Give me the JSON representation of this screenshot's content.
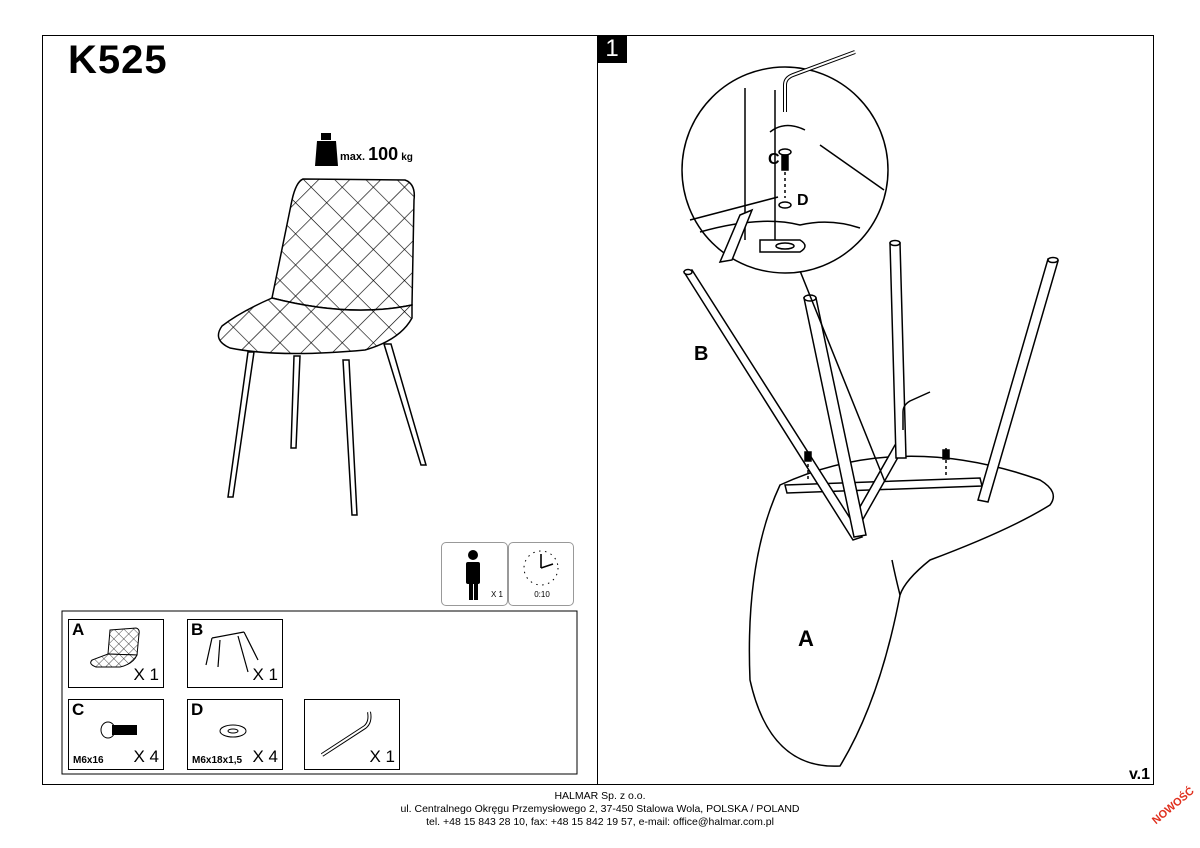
{
  "product": {
    "code": "K525"
  },
  "weight": {
    "prefix": "max.",
    "value": "100",
    "unit": "kg"
  },
  "assembly": {
    "persons": "X 1",
    "time": "0:10"
  },
  "parts": [
    {
      "letter": "A",
      "qty": "X 1",
      "spec": ""
    },
    {
      "letter": "B",
      "qty": "X 1",
      "spec": ""
    },
    {
      "letter": "C",
      "qty": "X 4",
      "spec": "M6x16"
    },
    {
      "letter": "D",
      "qty": "X 4",
      "spec": "M6x18x1,5"
    },
    {
      "letter": "",
      "qty": "X 1",
      "spec": ""
    }
  ],
  "step": {
    "number": "1",
    "labels": {
      "c": "C",
      "d": "D",
      "b": "B",
      "a": "A"
    }
  },
  "version": "v.1",
  "footer": {
    "company": "HALMAR Sp. z o.o.",
    "address": "ul. Centralnego Okręgu Przemysłowego 2, 37-450 Stalowa Wola, POLSKA / POLAND",
    "contact": "tel. +48 15 843 28 10, fax: +48 15 842 19 57, e-mail: office@halmar.com.pl"
  },
  "stamp": "NOWOŚĆ"
}
